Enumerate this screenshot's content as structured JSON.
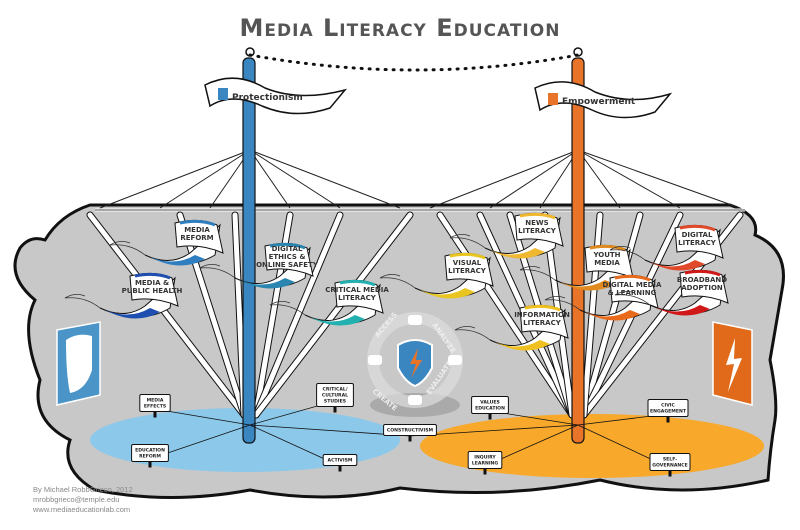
{
  "title": "Media Literacy Education",
  "banners": {
    "left": {
      "label": "Protectionism",
      "color": "#3a86c0"
    },
    "right": {
      "label": "Empowerment",
      "color": "#e8742a"
    }
  },
  "flags": [
    {
      "lines": [
        "MEDIA",
        "REFORM"
      ],
      "color": "#2f7fc0"
    },
    {
      "lines": [
        "MEDIA &",
        "PUBLIC HEALTH"
      ],
      "color": "#1e4fb0"
    },
    {
      "lines": [
        "DIGITAL",
        "ETHICS &",
        "ONLINE SAFETY"
      ],
      "color": "#2a86b0"
    },
    {
      "lines": [
        "CRITICAL MEDIA",
        "LITERACY"
      ],
      "color": "#22b0b0"
    },
    {
      "lines": [
        "VISUAL",
        "LITERACY"
      ],
      "color": "#e8c520"
    },
    {
      "lines": [
        "NEWS",
        "LITERACY"
      ],
      "color": "#f0b830"
    },
    {
      "lines": [
        "YOUTH",
        "MEDIA"
      ],
      "color": "#e08a20"
    },
    {
      "lines": [
        "DIGITAL MEDIA",
        "& LEARNING"
      ],
      "color": "#e86a1a"
    },
    {
      "lines": [
        "INFORMATION",
        "LITERACY"
      ],
      "color": "#f0c020"
    },
    {
      "lines": [
        "DIGITAL",
        "LITERACY"
      ],
      "color": "#e04a2a"
    },
    {
      "lines": [
        "BROADBAND",
        "ADOPTION"
      ],
      "color": "#d01818"
    }
  ],
  "ground_labels": [
    {
      "lines": [
        "MEDIA",
        "EFFECTS"
      ]
    },
    {
      "lines": [
        "CRITICAL/",
        "CULTURAL",
        "STUDIES"
      ]
    },
    {
      "lines": [
        "EDUCATION",
        "REFORM"
      ]
    },
    {
      "lines": [
        "ACTIVISM"
      ]
    },
    {
      "lines": [
        "CONSTRUCTIVISM"
      ]
    },
    {
      "lines": [
        "VALUES",
        "EDUCATION"
      ]
    },
    {
      "lines": [
        "CIVIC",
        "ENGAGEMENT"
      ]
    },
    {
      "lines": [
        "INQUIRY",
        "LEARNING"
      ]
    },
    {
      "lines": [
        "SELF-",
        "GOVERNANCE"
      ]
    }
  ],
  "cycle": [
    "ACCESS",
    "ANALYZE",
    "EVALUATE",
    "CREATE"
  ],
  "credits": [
    "By Michael RobbGrieco, 2012",
    "mrobbgrieco@temple.edu",
    "www.mediaeducationlab.com"
  ],
  "colors": {
    "tent": "#c8c8c8",
    "blue_ground": "#8cc8ea",
    "orange_ground": "#f8a82a",
    "blue_pole": "#3a86c0",
    "orange_pole": "#e8742a"
  }
}
